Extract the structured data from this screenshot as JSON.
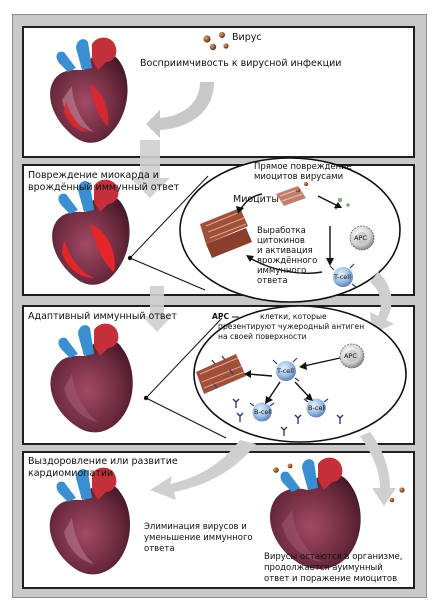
{
  "panel1": {
    "virus_label": "Вирус",
    "caption": "Восприимчивость к вирусной инфекции"
  },
  "panel2": {
    "title_line1": "Повреждение миокарда и",
    "title_line2": "врождённый иммунный ответ",
    "direct_damage_line1": "Прямое повреждение",
    "direct_damage_line2": "миоцитов вирусами",
    "myocytes": "Миоциты",
    "cytokines_line1": "Выработка",
    "cytokines_line2": "цитокинов",
    "cytokines_line3": "и активация",
    "cytokines_line4": "врождённого",
    "cytokines_line5": "иммунного",
    "cytokines_line6": "ответа",
    "apc": "APC",
    "tcell": "T-cell"
  },
  "panel3": {
    "title": "Адаптивный иммунный ответ",
    "apc_abbr": "APC —",
    "apc_def_line1": "клетки, которые",
    "apc_def_line2": "презентируют чужеродный антиген",
    "apc_def_line3": "на своей поверхности",
    "apc": "APC",
    "tcell": "T-cell",
    "bcell_left": "B-cell",
    "bcell_right": "B-cell"
  },
  "panel4": {
    "title_line1": "Выздоровление или развитие",
    "title_line2": "кардиомиопатии",
    "left_line1": "Элиминация вирусов и",
    "left_line2": "уменьшение иммунного",
    "left_line3": "ответа",
    "right_line1": "Вирусы остаются в организме,",
    "right_line2": "продолжается ауимунный",
    "right_line3": "ответ и поражение миоцитов"
  },
  "colors": {
    "heart_dark": "#6b2a3e",
    "heart_mid": "#8e3a55",
    "heart_pink": "#c98aa0",
    "vessel_blue": "#3b8fd0",
    "vessel_red": "#c3303a",
    "inflamed_red": "#e4262b",
    "arrow_gray": "#c8c8c8",
    "cell_blue": "#8fb6e0",
    "virus_brown": "#8a4a22"
  },
  "icons": [
    "heart-illustration",
    "virus-particle-icon",
    "gray-curved-arrow",
    "myocyte-fiber-icon",
    "apc-cell-icon",
    "t-cell-icon",
    "b-cell-icon",
    "antibody-icon"
  ]
}
